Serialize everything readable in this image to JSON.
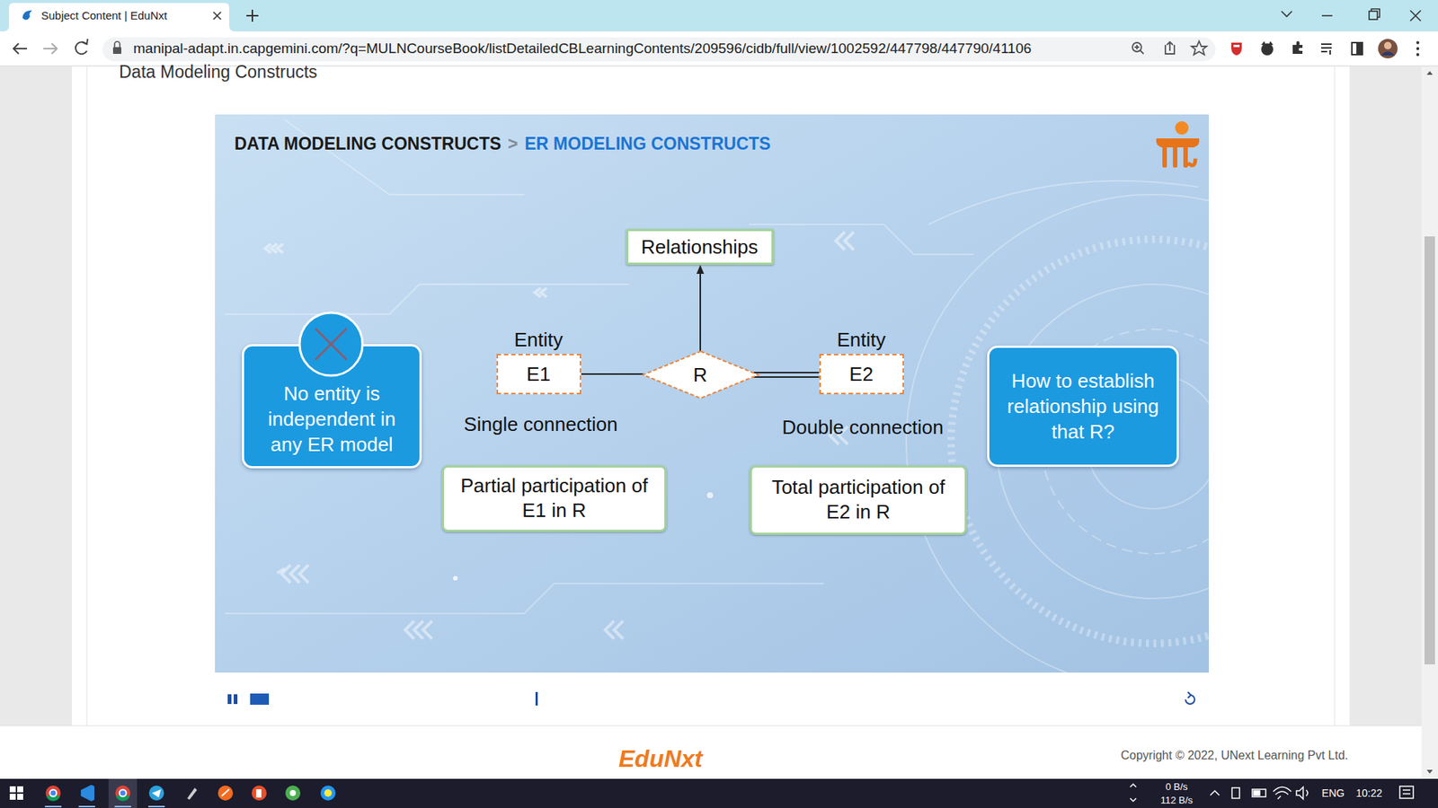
{
  "diagram": {
    "title": "Data Modeling Constructs",
    "nodes": [
      {
        "text": [
          "Relationships"
        ]
      },
      {
        "text": [
          "No entity is independent in any ER model"
        ]
      },
      {
        "text": [
          "Entity",
          "E1"
        ]
      },
      {
        "text": [
          "R"
        ]
      },
      {
        "text": [
          "Entity",
          "E2"
        ]
      },
      {
        "text": [
          "How to establish relationship using that R?"
        ]
      },
      {
        "text": [
          "Partial participation of E1 in R"
        ]
      },
      {
        "text": [
          "Total participation of E2 in R"
        ]
      }
    ],
    "edges": [
      {
        "from": 2,
        "to": 3,
        "arrow": "none"
      },
      {
        "from": 3,
        "to": 4,
        "arrow": "none"
      },
      {
        "from": 3,
        "to": 0,
        "arrow": "to"
      }
    ],
    "labels": [
      "Subject Content | EduNxt",
      "manipal-adapt.in.capgemini.com/?q=MULNCourseBook/listDetailedCBLearningContents/209596/cidb/full/view/1002592/447798/447790/41106",
      "DATA MODELING CONSTRUCTS",
      ">",
      "ER MODELING CONSTRUCTS",
      "Single connection",
      "Double connection",
      "EduNxt",
      "Copyright © 2022, UNext Learning Pvt Ltd.",
      "0 B/s",
      "112 B/s",
      "ENG",
      "10:22"
    ]
  }
}
